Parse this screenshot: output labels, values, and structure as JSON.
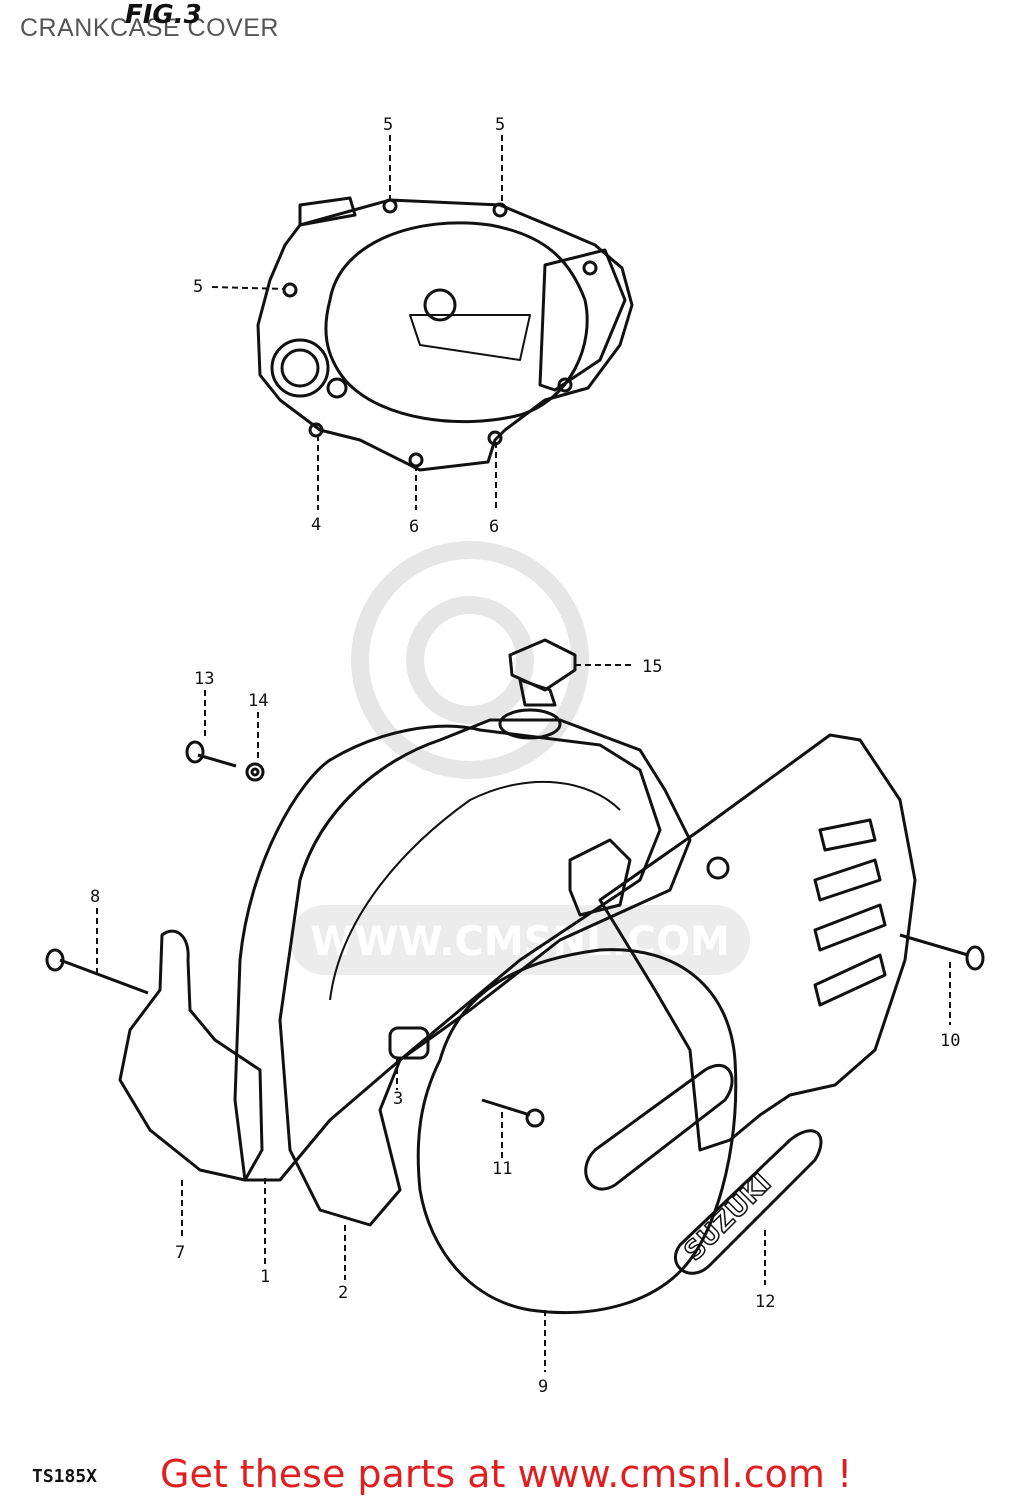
{
  "header": {
    "fig_label": "FIG.3",
    "title": "CRANKCASE COVER"
  },
  "watermark": {
    "text": "WWW.CMSNL.COM"
  },
  "callouts": {
    "c5a": "5",
    "c5b": "5",
    "c5c": "5",
    "c4": "4",
    "c6a": "6",
    "c6b": "6",
    "c15": "15",
    "c13": "13",
    "c14": "14",
    "c8": "8",
    "c10": "10",
    "c3": "3",
    "c11": "11",
    "c7": "7",
    "c1": "1",
    "c2": "2",
    "c12": "12",
    "c9": "9"
  },
  "badge_text": "SUZUKI",
  "footer": {
    "model": "TS185X",
    "promo": "Get these parts at www.cmsnl.com !"
  },
  "colors": {
    "line": "#111111",
    "watermark": "#e6e6e6",
    "promo": "#e02020",
    "title": "#555555"
  }
}
